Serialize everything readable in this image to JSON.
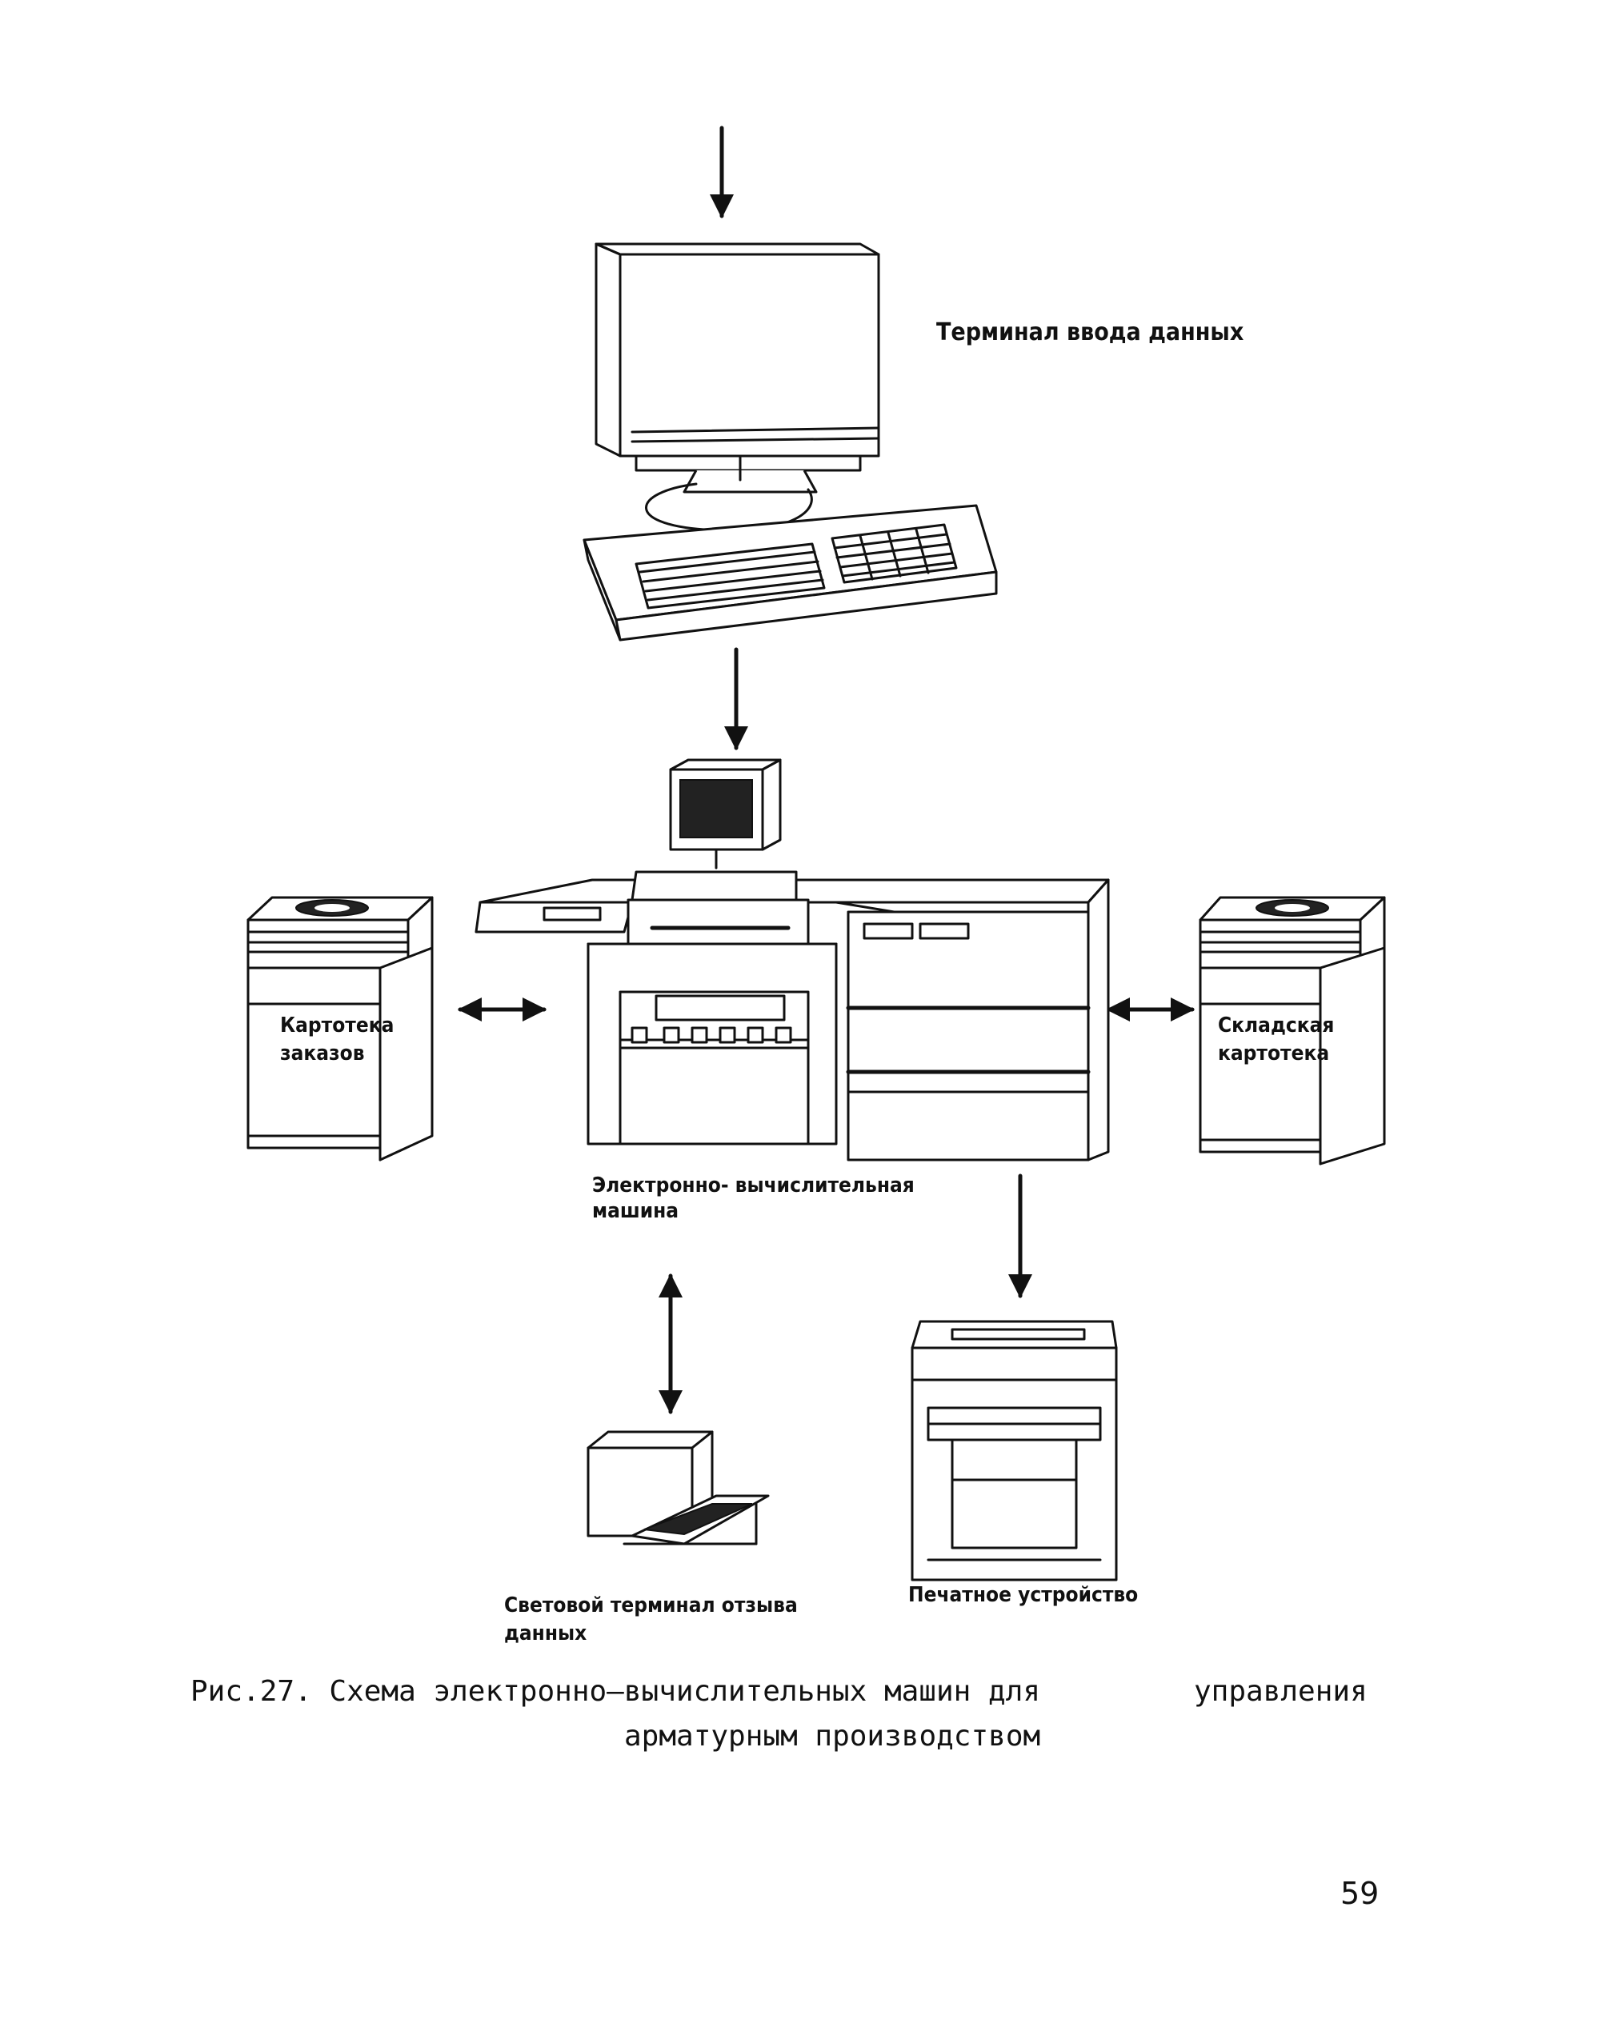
{
  "diagram": {
    "labels": {
      "input_terminal": "Терминал ввода данных",
      "order_file_line1": "Картотека",
      "order_file_line2": "заказов",
      "warehouse_file_line1": "Складская",
      "warehouse_file_line2": "картотека",
      "computer_line1": "Электронно- вычислительная",
      "computer_line2": "машина",
      "light_terminal_line1": "Световой терминал отзыва",
      "light_terminal_line2": "данных",
      "printer": "Печатное устройство"
    }
  },
  "caption": {
    "line1": "Рис.27. Схема электронно–вычислительных машин для",
    "line1_end": "управления",
    "line2": "арматурным производством"
  },
  "page_number": "59"
}
